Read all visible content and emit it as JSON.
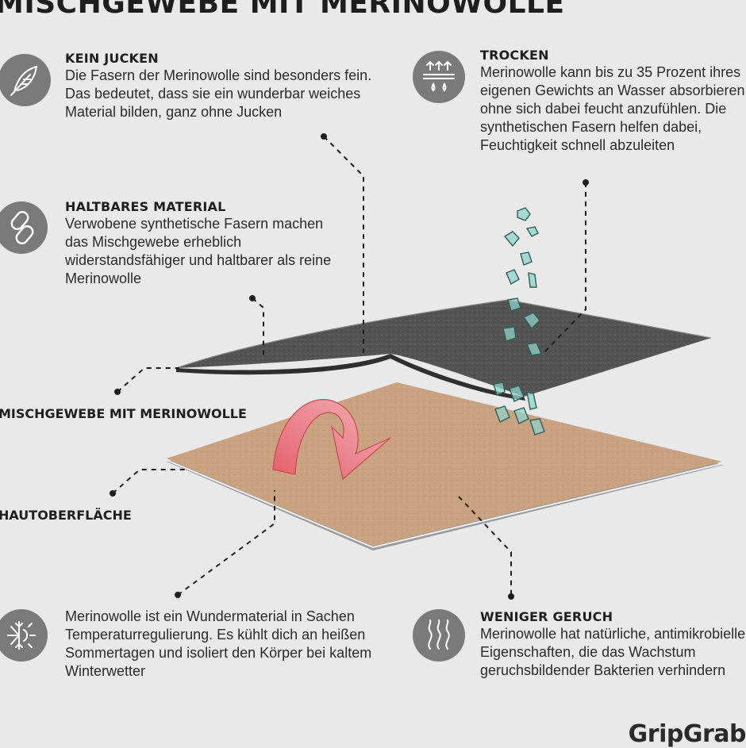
{
  "title": "MISCHGEWEBE MIT MERINOWOLLE",
  "features": {
    "itching": {
      "heading": "KEIN JUCKEN",
      "text": "Die Fasern der Merinowolle sind besonders fein. Das bedeutet, dass sie ein wunderbar weiches Material bilden, ganz ohne Jucken",
      "icon": "feather-icon"
    },
    "dry": {
      "heading": "TROCKEN",
      "text": "Merinowolle kann bis zu 35 Prozent ihres eigenen Gewichts an Wasser absorbieren, ohne sich dabei feucht anzufühlen. Die synthetischen Fasern helfen dabei, Feuchtigkeit schnell abzuleiten",
      "icon": "moisture-wicking-icon"
    },
    "durable": {
      "heading": "HALTBARES MATERIAL",
      "text": "Verwobene synthetische Fasern machen das Mischgewebe erheblich widerstandsfähiger und haltbarer als reine Merinowolle",
      "icon": "chain-link-icon"
    },
    "temperature": {
      "text": "Merinowolle ist ein Wundermaterial in Sachen Temperaturregulierung. Es kühlt dich an heißen Sommertagen und isoliert den Körper bei kaltem Winterwetter",
      "icon": "snowflake-sun-icon"
    },
    "odor": {
      "heading": "WENIGER GERUCH",
      "text": "Merinowolle hat natürliche, antimikrobielle Eigenschaften, die das Wachstum geruchsbildender Bakterien verhindern",
      "icon": "odor-waves-icon"
    }
  },
  "layers": {
    "fabric": "MISCHGEWEBE MIT MERINOWOLLE",
    "skin": "HAUTOBERFLÄCHE"
  },
  "brand": "GripGrab",
  "colors": {
    "fabric": "#4f4f4f",
    "skin": "#c9a27f",
    "arrow": "#e8828a",
    "droplet": "#7cc4bd",
    "icon_bg": "#7a7a7a"
  }
}
